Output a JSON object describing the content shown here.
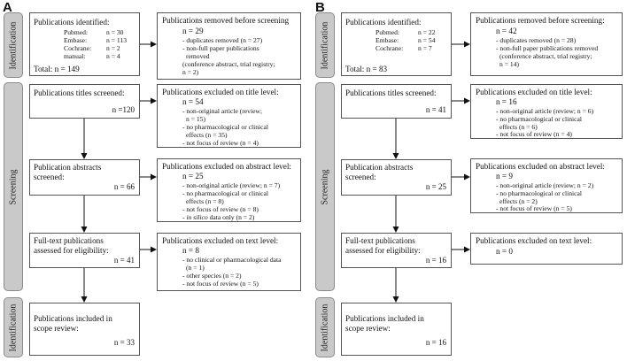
{
  "panels": {
    "a": {
      "letter": "A",
      "phases": [
        "Identification",
        "Screening",
        "Identification"
      ],
      "identified": {
        "title": "Publications identified:",
        "sources": [
          {
            "name": "Pubmed:",
            "n": "n = 30"
          },
          {
            "name": "Embase:",
            "n": "n = 113"
          },
          {
            "name": "Cochrane:",
            "n": "n = 2"
          },
          {
            "name": "manual:",
            "n": "n = 4"
          }
        ],
        "total": "Total: n = 149"
      },
      "removed": {
        "title": "Publications removed before screening",
        "n": "n = 29",
        "lines": [
          "- duplicates removed (n = 27)",
          "- non-full paper publications",
          "removed",
          "(conference abstract, trial registry;",
          "n = 2)"
        ]
      },
      "titles": {
        "title": "Publications titles screened:",
        "n": "n =120"
      },
      "excl_title": {
        "title": "Publications excluded on title level:",
        "n": "n = 54",
        "lines": [
          "- non-original article (review;",
          "n = 15)",
          "- no pharmacological or clinical",
          "effects (n = 35)",
          "- not focus of review (n = 4)"
        ]
      },
      "abstracts": {
        "title1": "Publication abstracts",
        "title2": "screened:",
        "n": "n = 66"
      },
      "excl_abstract": {
        "title": "Publications excluded on abstract level:",
        "n": "n = 25",
        "lines": [
          "- non-original article (review; n = 7)",
          "- no pharmacological or clinical",
          "effects (n = 8)",
          "- not focus of review (n = 8)"
        ],
        "last_prefix": "- ",
        "last_italic": "in silico",
        "last_suffix": " data only (n = 2)"
      },
      "fulltext": {
        "title1": "Full-text publications",
        "title2": "assessed for eligibility:",
        "n": "n = 41"
      },
      "excl_text": {
        "title": "Publications excluded on text level:",
        "n": "n = 8",
        "lines": [
          "- no clinical or pharmacological data",
          "(n = 1)",
          "- other species (n = 2)",
          "- not focus of review (n = 5)"
        ]
      },
      "included": {
        "title1": "Publications included in",
        "title2": "scope review:",
        "n": "n = 33"
      }
    },
    "b": {
      "letter": "B",
      "phases": [
        "Identification",
        "Screening",
        "Identification"
      ],
      "identified": {
        "title": "Publications identified:",
        "sources": [
          {
            "name": "Pubmed:",
            "n": "n = 22"
          },
          {
            "name": "Embase:",
            "n": "n = 54"
          },
          {
            "name": "Cochrane:",
            "n": "n = 7"
          }
        ],
        "total": "Total: n = 83"
      },
      "removed": {
        "title": "Publications removed before screening:",
        "n": "n = 42",
        "lines": [
          "- duplicates removed (n = 28)",
          "- non-full paper publications removed",
          "(conference abstract, trial registry;",
          "n = 14)"
        ]
      },
      "titles": {
        "title": "Publications titles screened:",
        "n": "n = 41"
      },
      "excl_title": {
        "title": "Publications excluded on title level:",
        "n": "n = 16",
        "lines": [
          "- non-original article (review; n = 6)",
          "- no pharmacological or clinical",
          "effects (n = 6)",
          "- not focus of review (n = 4)"
        ]
      },
      "abstracts": {
        "title1": "Publication abstracts",
        "title2": "screened:",
        "n": "n = 25"
      },
      "excl_abstract": {
        "title": "Publications excluded on abstract level:",
        "n": "n = 9",
        "lines": [
          "- non-original article (review; n = 2)",
          "- no pharmacological or clinical",
          "effects (n = 2)",
          "- not focus of review (n = 5)"
        ]
      },
      "fulltext": {
        "title1": "Full-text publications",
        "title2": "assessed for eligibility:",
        "n": "n = 16"
      },
      "excl_text": {
        "title": "Publications excluded on text level:",
        "n": "n = 0"
      },
      "included": {
        "title1": "Publications included in",
        "title2": "scope review:",
        "n": "n = 16"
      }
    }
  }
}
